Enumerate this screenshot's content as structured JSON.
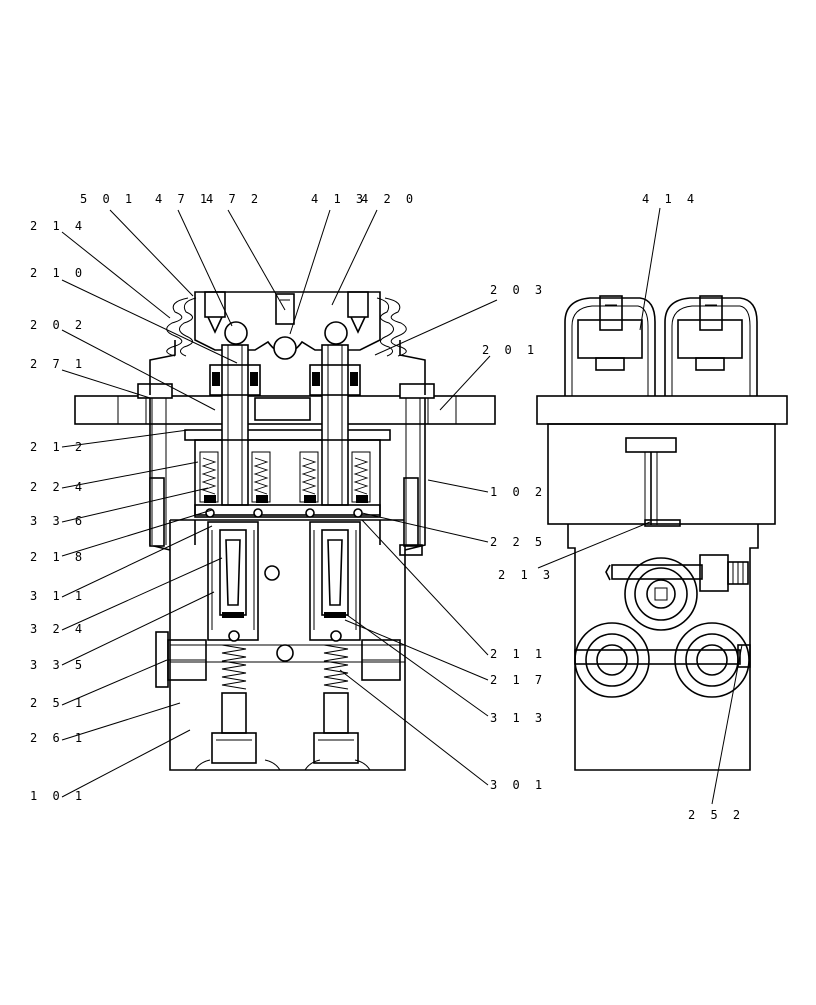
{
  "callouts": [
    {
      "id": "c501",
      "text": "5 0 1"
    },
    {
      "id": "c471",
      "text": "4 7 1"
    },
    {
      "id": "c472",
      "text": "4 7 2"
    },
    {
      "id": "c413",
      "text": "4 1 3"
    },
    {
      "id": "c420",
      "text": "4 2 0"
    },
    {
      "id": "c214",
      "text": "2 1 4"
    },
    {
      "id": "c210",
      "text": "2 1 0"
    },
    {
      "id": "c202",
      "text": "2 0 2"
    },
    {
      "id": "c271",
      "text": "2 7 1"
    },
    {
      "id": "c212",
      "text": "2 1 2"
    },
    {
      "id": "c224",
      "text": "2 2 4"
    },
    {
      "id": "c336",
      "text": "3 3 6"
    },
    {
      "id": "c218",
      "text": "2 1 8"
    },
    {
      "id": "c311",
      "text": "3 1 1"
    },
    {
      "id": "c324",
      "text": "3 2 4"
    },
    {
      "id": "c335",
      "text": "3 3 5"
    },
    {
      "id": "c251",
      "text": "2 5 1"
    },
    {
      "id": "c261",
      "text": "2 6 1"
    },
    {
      "id": "c101",
      "text": "1 0 1"
    },
    {
      "id": "c203",
      "text": "2 0 3"
    },
    {
      "id": "c201",
      "text": "2 0 1"
    },
    {
      "id": "c102",
      "text": "1 0 2"
    },
    {
      "id": "c225",
      "text": "2 2 5"
    },
    {
      "id": "c211",
      "text": "2 1 1"
    },
    {
      "id": "c217",
      "text": "2 1 7"
    },
    {
      "id": "c313",
      "text": "3 1 3"
    },
    {
      "id": "c301",
      "text": "3 0 1"
    },
    {
      "id": "c414",
      "text": "4 1 4"
    },
    {
      "id": "c213",
      "text": "2 1 3"
    },
    {
      "id": "c252",
      "text": "2 5 2"
    }
  ]
}
